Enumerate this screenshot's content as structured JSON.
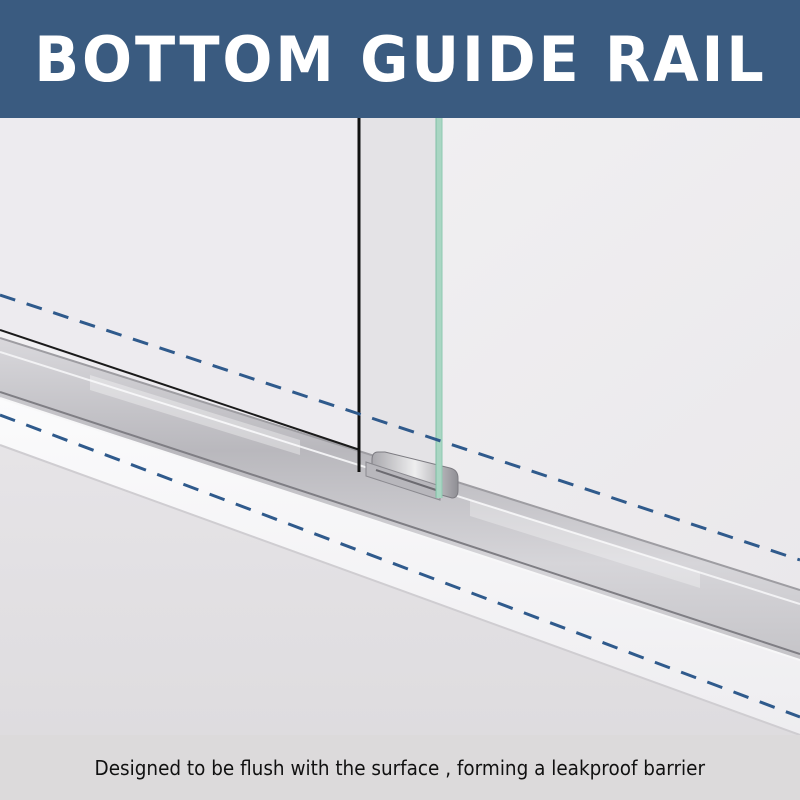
{
  "banner": {
    "title": "BOTTOM GUIDE RAIL",
    "background_color": "#3a5b80",
    "text_color": "#ffffff"
  },
  "illustration": {
    "subject": "sliding shower door glass panels seated in a chrome bottom guide rail",
    "elements": [
      "rear-glass-panel",
      "front-glass-panel-green-edge",
      "bottom-roller-guide",
      "chrome-guide-rail",
      "floor-curb",
      "dashed-guide-lines"
    ],
    "dash_color": "#2f5a8c",
    "rail_color": "#c9c7cb"
  },
  "caption": {
    "text": "Designed to be flush with the surface , forming a leakproof barrier",
    "background_color": "#dcdadb"
  }
}
